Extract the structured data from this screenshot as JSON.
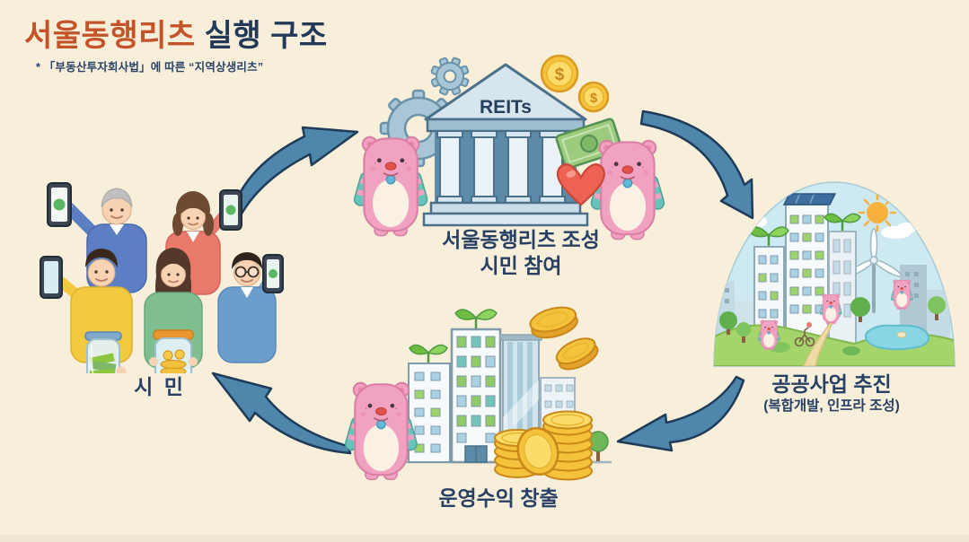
{
  "header": {
    "title_highlight": "서울동행리츠",
    "title_rest": " 실행 구조",
    "subtitle": "* 「부동산투자회사법」에 따른 “지역상생리츠”"
  },
  "diagram": {
    "reits": {
      "building_sign": "REITs",
      "label_line1": "서울동행리츠 조성",
      "label_line2": "시민 참여"
    },
    "public_project": {
      "label_line1": "공공사업 추진",
      "label_line2": "(복합개발, 인프라 조성)"
    },
    "profit": {
      "label": "운영수익 창출"
    },
    "citizens": {
      "label": "시 민"
    },
    "coin_symbol": "$"
  },
  "colors": {
    "background": "#F8EFDB",
    "title_orange": "#C5532A",
    "label_navy": "#274063",
    "arrow_blue": "#4E86AC",
    "arrow_outline": "#1E3C58",
    "mascot_pink": "#F2A2C1",
    "coin_gold": "#F5C23C"
  }
}
